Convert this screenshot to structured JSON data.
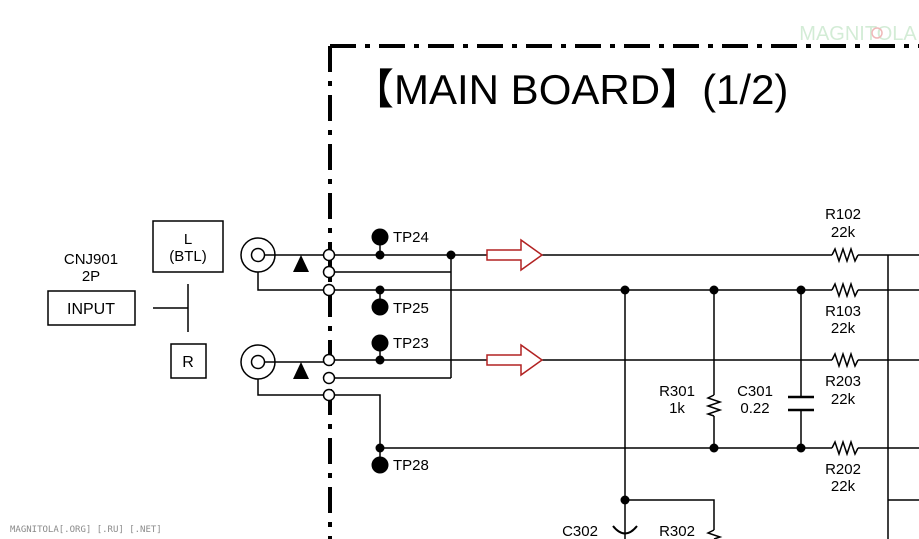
{
  "title": {
    "bracket_open": "【",
    "text": "MAIN BOARD",
    "bracket_close": "】",
    "part": "(1/2)"
  },
  "connector": {
    "ref": "CNJ901",
    "pins": "2P",
    "input_label": "INPUT"
  },
  "switch": {
    "left_line1": "L",
    "left_line2": "(BTL)",
    "right": "R"
  },
  "test_points": {
    "tp24": "TP24",
    "tp25": "TP25",
    "tp23": "TP23",
    "tp28": "TP28"
  },
  "resistors": {
    "r102": {
      "ref": "R102",
      "value": "22k"
    },
    "r103": {
      "ref": "R103",
      "value": "22k"
    },
    "r203": {
      "ref": "R203",
      "value": "22k"
    },
    "r202": {
      "ref": "R202",
      "value": "22k"
    },
    "r301": {
      "ref": "R301",
      "value": "1k"
    },
    "r302": {
      "ref": "R302"
    }
  },
  "capacitors": {
    "c301": {
      "ref": "C301",
      "value": "0.22"
    },
    "c302": {
      "ref": "C302"
    }
  },
  "watermark": {
    "footer": "MAGNITOLA[.ORG] [.RU] [.NET]",
    "logo": "MAGNITOLA"
  },
  "colors": {
    "line": "#000000",
    "signal_arrow": "#b22222",
    "background": "#ffffff"
  }
}
